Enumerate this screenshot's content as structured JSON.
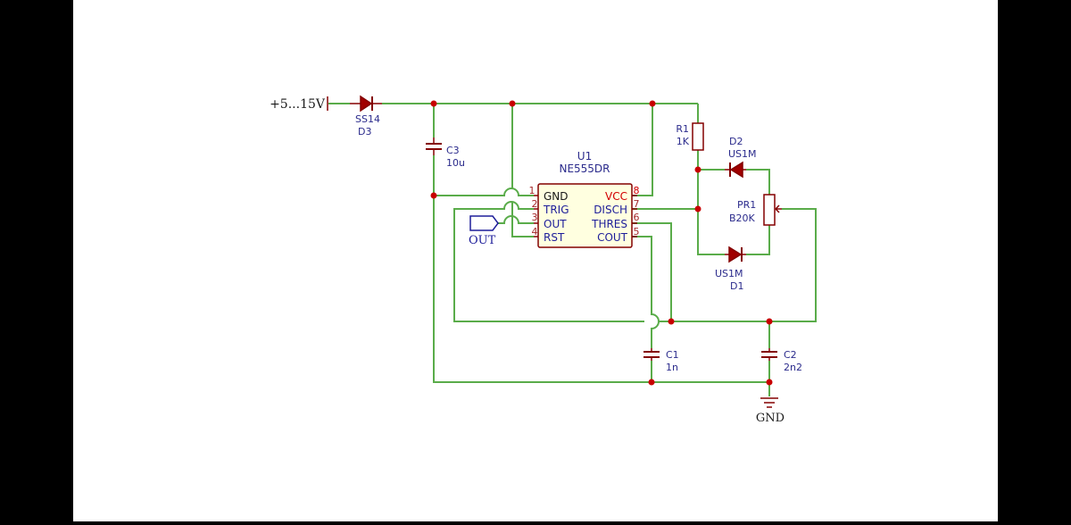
{
  "colors": {
    "background": "#000000",
    "sheet": "#ffffff",
    "wire": "#5aac4a",
    "symbol_outline": "#840000",
    "junction": "#c80000",
    "ic_fill": "#ffffe0",
    "reference_text": "#2b2b8c",
    "pin_text": "#1e1e9a",
    "pin_number": "#a52a2a",
    "power_pin_text": "#d20000",
    "net_label_text": "#1a1a1a"
  },
  "power": {
    "supply_label": "+5...15V",
    "ground_label": "GND",
    "output_label": "OUT"
  },
  "components": {
    "d3": {
      "ref": "D3",
      "value": "SS14"
    },
    "c3": {
      "ref": "C3",
      "value": "10u"
    },
    "u1": {
      "ref": "U1",
      "value": "NE555DR",
      "pins_left": [
        {
          "num": "1",
          "name": "GND"
        },
        {
          "num": "2",
          "name": "TRIG"
        },
        {
          "num": "3",
          "name": "OUT"
        },
        {
          "num": "4",
          "name": "RST"
        }
      ],
      "pins_right": [
        {
          "num": "8",
          "name": "VCC"
        },
        {
          "num": "7",
          "name": "DISCH"
        },
        {
          "num": "6",
          "name": "THRES"
        },
        {
          "num": "5",
          "name": "COUT"
        }
      ]
    },
    "r1": {
      "ref": "R1",
      "value": "1K"
    },
    "d2": {
      "ref": "D2",
      "value": "US1M"
    },
    "pr1": {
      "ref": "PR1",
      "value": "B20K"
    },
    "d1": {
      "ref": "D1",
      "value": "US1M"
    },
    "c1": {
      "ref": "C1",
      "value": "1n"
    },
    "c2": {
      "ref": "C2",
      "value": "2n2"
    }
  }
}
